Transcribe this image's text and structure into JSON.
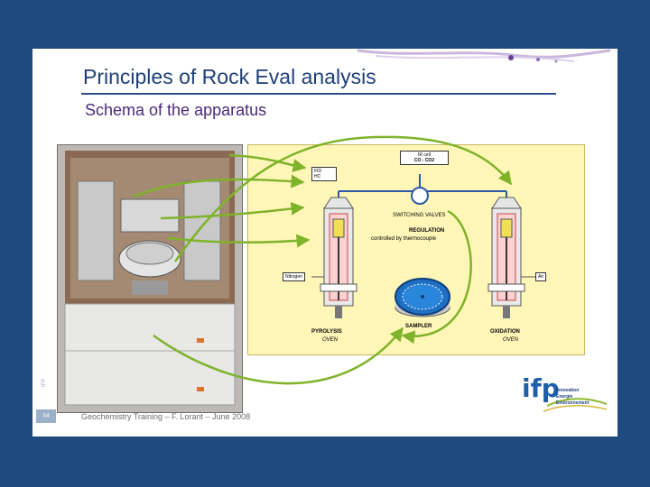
{
  "slide": {
    "title": "Principles of Rock Eval analysis",
    "subtitle": "Schema of the apparatus",
    "slide_number": "34",
    "footer": "Geochemistry Training – F. Lorant – June 2008",
    "side_label": "IFP",
    "colors": {
      "background": "#1f4a80",
      "title": "#1f3f7a",
      "subtitle": "#4b2a7a",
      "arrow": "#7fb32a",
      "schematic_bg": "#fff6b8"
    }
  },
  "schematic": {
    "ir_cell_label": "IR cell",
    "ir_cell_gases": "CO - CO2",
    "fid_label": "FID",
    "hc_label": "HC",
    "switching_valves": "SWITCHING VALVES",
    "regulation": "REGULATION",
    "regulation_note": "controlled by thermocouple",
    "nitrogen": "Nitrogen",
    "air": "Air",
    "pyrolysis_label": "PYROLYSIS",
    "pyrolysis_oven": "OVEN",
    "sampler": "SAMPLER",
    "oxidation_label": "OXIDATION",
    "oxidation_oven": "OVEN"
  },
  "logo": {
    "letters": "ifp",
    "tagline": [
      "Innovation",
      "Energie",
      "Environnement"
    ]
  }
}
